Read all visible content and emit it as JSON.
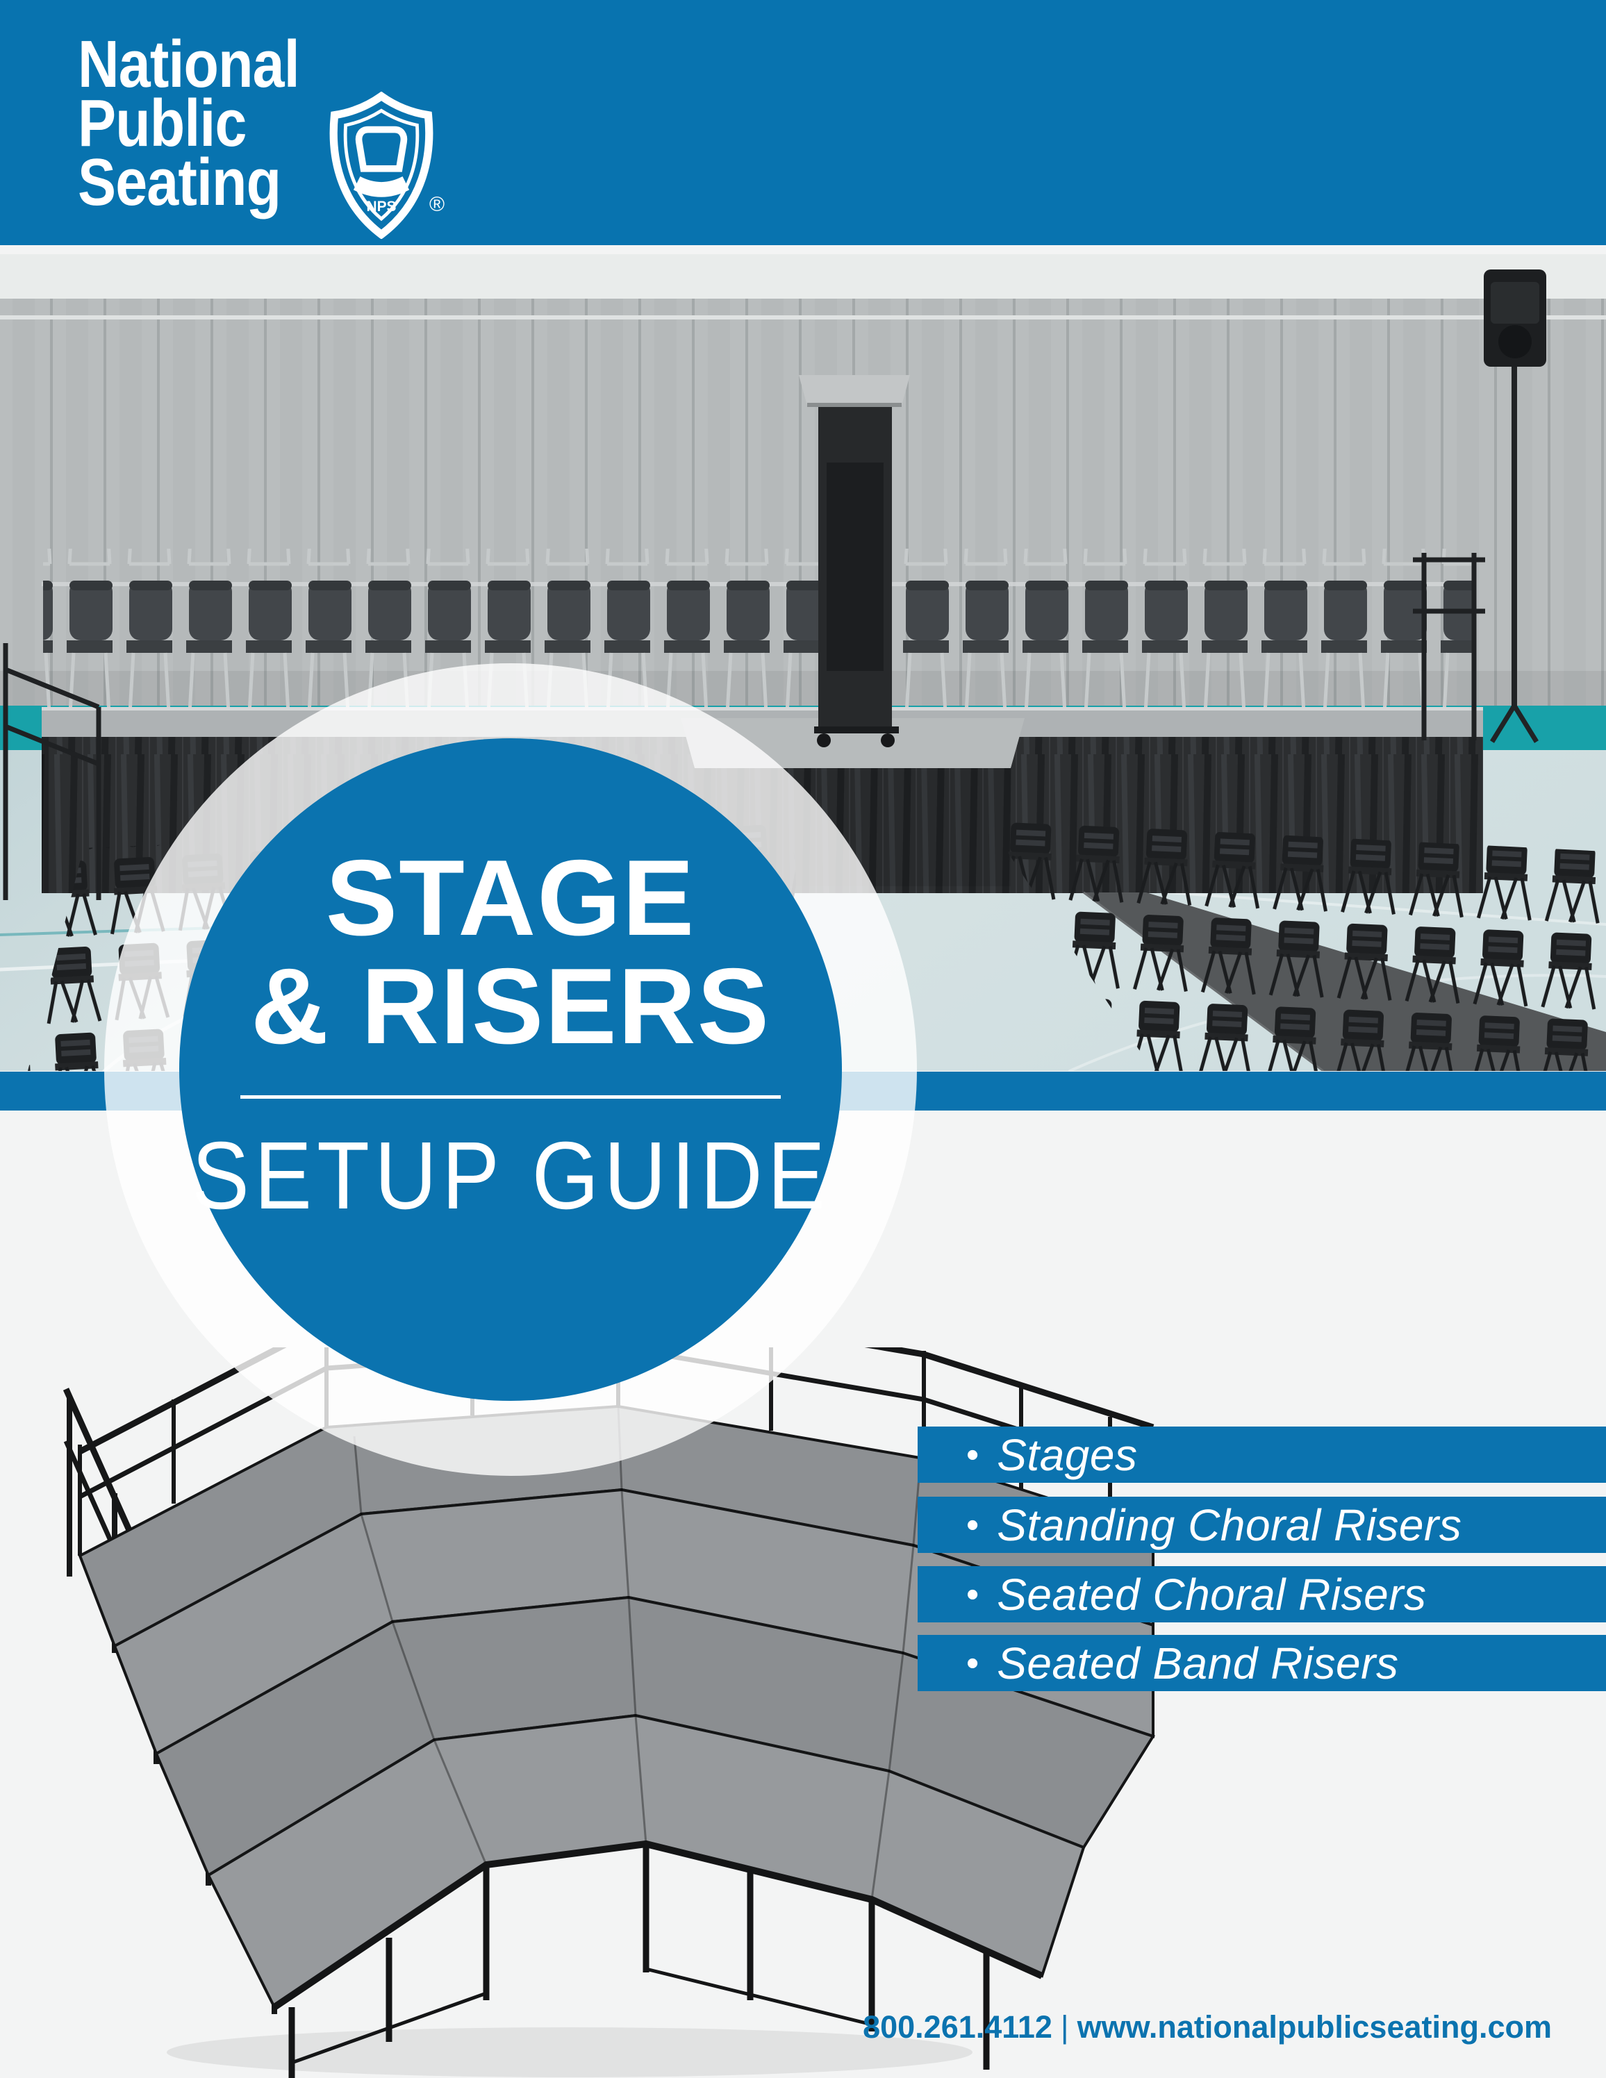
{
  "colors": {
    "brand_blue": "#0b73af",
    "accent_teal": "#18a1a9",
    "page_background": "#f3f4f4"
  },
  "header": {
    "logo": {
      "line1": "National",
      "line2": "Public",
      "line3": "Seating",
      "shield_text": "NPS",
      "registered_mark": "®"
    }
  },
  "hero": {
    "title_line1": "STAGE",
    "title_line2": "& RISERS",
    "subtitle": "SETUP GUIDE"
  },
  "topics": {
    "bullet": "•",
    "items": [
      {
        "label": "Stages"
      },
      {
        "label": "Standing Choral Risers"
      },
      {
        "label": "Seated Choral Risers"
      },
      {
        "label": "Seated Band Risers"
      }
    ]
  },
  "footer": {
    "phone": "800.261.4112",
    "separator": "|",
    "website": "www.nationalpublicseating.com"
  }
}
